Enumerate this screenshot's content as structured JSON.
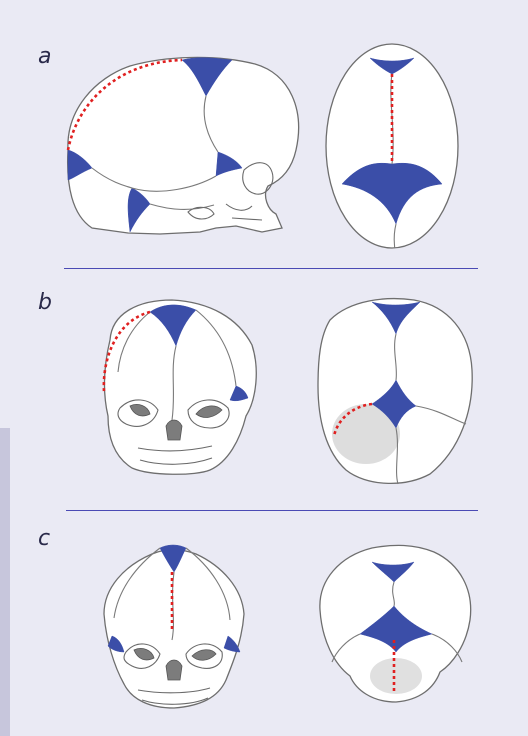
{
  "panels": [
    {
      "label": "a"
    },
    {
      "label": "b"
    },
    {
      "label": "c"
    }
  ],
  "colors": {
    "background": "#eaeaf4",
    "fontanelle": "#3b4ea8",
    "measurement": "#e02020",
    "divider": "#4a4ab4"
  }
}
